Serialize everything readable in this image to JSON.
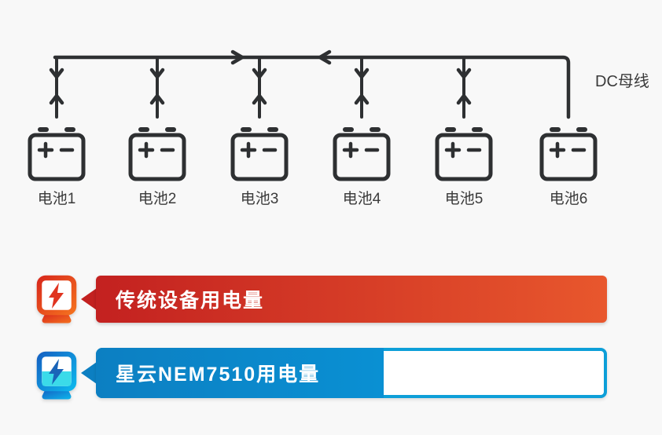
{
  "page": {
    "background": "#f8f8f8"
  },
  "diagram": {
    "bus_label": "DC母线",
    "line_color": "#2e3032",
    "batteries": [
      {
        "label": "电池1"
      },
      {
        "label": "电池2"
      },
      {
        "label": "电池3"
      },
      {
        "label": "电池4"
      },
      {
        "label": "电池5"
      },
      {
        "label": "电池6"
      }
    ]
  },
  "legend": {
    "rows": [
      {
        "id": "traditional",
        "label": "传统设备用电量",
        "icon": "red-power-meter-lightning-icon",
        "color_start": "#c32120",
        "color_end": "#e8572d",
        "fill_percent": 100
      },
      {
        "id": "nem7510",
        "label": "星云NEM7510用电量",
        "icon": "blue-power-meter-lightning-icon",
        "color_start": "#0c7fc2",
        "color_end": "#0a90d3",
        "border_color": "#0d9fd8",
        "liquid_color": "#3bdbe9",
        "fill_percent": 56
      }
    ]
  }
}
